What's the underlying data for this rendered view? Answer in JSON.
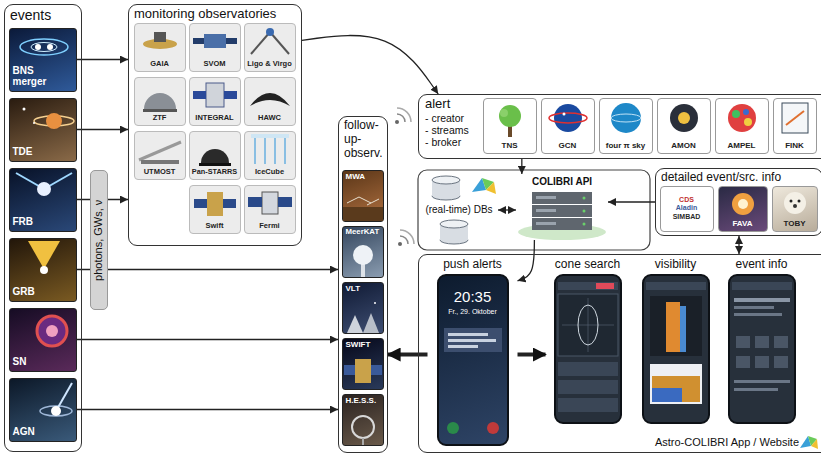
{
  "diagram": {
    "nodes": [
      {
        "text": [
          "events"
        ]
      },
      {
        "text": [
          "BNS merger"
        ],
        "in": 0
      },
      {
        "text": [
          "TDE"
        ],
        "in": 0
      },
      {
        "text": [
          "FRB"
        ],
        "in": 0
      },
      {
        "text": [
          "GRB"
        ],
        "in": 0
      },
      {
        "text": [
          "SN"
        ],
        "in": 0
      },
      {
        "text": [
          "AGN"
        ],
        "in": 0
      },
      {
        "text": [
          "photons, GWs, ν"
        ]
      },
      {
        "text": [
          "monitoring observatories"
        ]
      },
      {
        "text": [
          "GAIA"
        ],
        "in": 8
      },
      {
        "text": [
          "SVOM"
        ],
        "in": 8
      },
      {
        "text": [
          "Ligo & Virgo"
        ],
        "in": 8
      },
      {
        "text": [
          "ZTF"
        ],
        "in": 8
      },
      {
        "text": [
          "INTEGRAL"
        ],
        "in": 8
      },
      {
        "text": [
          "HAWC"
        ],
        "in": 8
      },
      {
        "text": [
          "UTMOST"
        ],
        "in": 8
      },
      {
        "text": [
          "Pan-STARRS"
        ],
        "in": 8
      },
      {
        "text": [
          "IceCube"
        ],
        "in": 8
      },
      {
        "text": [
          "Swift"
        ],
        "in": 8
      },
      {
        "text": [
          "Fermi"
        ],
        "in": 8
      },
      {
        "text": [
          "follow- up- observ."
        ]
      },
      {
        "text": [
          "MWA"
        ],
        "in": 20
      },
      {
        "text": [
          "MeerKAT"
        ],
        "in": 20
      },
      {
        "text": [
          "VLT"
        ],
        "in": 20
      },
      {
        "text": [
          "SWIFT"
        ],
        "in": 20
      },
      {
        "text": [
          "H.E.S.S."
        ],
        "in": 20
      },
      {
        "text": [
          "alert",
          "- creator",
          "- streams",
          "- broker"
        ]
      },
      {
        "text": [
          "TNS"
        ],
        "in": 26
      },
      {
        "text": [
          "GCN"
        ],
        "in": 26
      },
      {
        "text": [
          "four π sky"
        ],
        "in": 26
      },
      {
        "text": [
          "AMON"
        ],
        "in": 26
      },
      {
        "text": [
          "AMPEL"
        ],
        "in": 26
      },
      {
        "text": [
          "FINK"
        ],
        "in": 26
      },
      {
        "text": [
          "(real-time) DBs"
        ]
      },
      {
        "text": [
          "COLIBRI API"
        ]
      },
      {
        "text": [
          "detailed event/src. info"
        ]
      },
      {
        "text": [
          "CDS",
          "Aladin",
          "SIMBAD"
        ],
        "in": 35
      },
      {
        "text": [
          "FAVA"
        ],
        "in": 35
      },
      {
        "text": [
          "TOBY"
        ],
        "in": 35
      },
      {
        "text": [
          "Astro-COLIBRI App / Website"
        ]
      },
      {
        "text": [
          "push alerts",
          "20:35",
          "Fr., 29. Oktober"
        ],
        "in": 39
      },
      {
        "text": [
          "cone search"
        ],
        "in": 39
      },
      {
        "text": [
          "visibility"
        ],
        "in": 39
      },
      {
        "text": [
          "event info"
        ],
        "in": 39
      }
    ],
    "edges": [
      {
        "from": 1,
        "to": 8,
        "arrow": "to"
      },
      {
        "from": 2,
        "to": 8,
        "arrow": "to"
      },
      {
        "from": 3,
        "to": 8,
        "arrow": "to"
      },
      {
        "from": 4,
        "to": 20,
        "arrow": "to"
      },
      {
        "from": 5,
        "to": 20,
        "arrow": "to"
      },
      {
        "from": 6,
        "to": 20,
        "arrow": "to"
      },
      {
        "from": 8,
        "to": 26,
        "arrow": "to"
      },
      {
        "from": 26,
        "to": 34,
        "arrow": "to"
      },
      {
        "from": 33,
        "to": 34,
        "arrow": "both"
      },
      {
        "from": 35,
        "to": 34,
        "arrow": "to"
      },
      {
        "from": 35,
        "to": 39,
        "arrow": "both"
      },
      {
        "from": 34,
        "to": 40,
        "arrow": "to"
      },
      {
        "from": 40,
        "to": 41,
        "arrow": "to"
      },
      {
        "from": 40,
        "to": 20,
        "arrow": "to"
      }
    ]
  }
}
